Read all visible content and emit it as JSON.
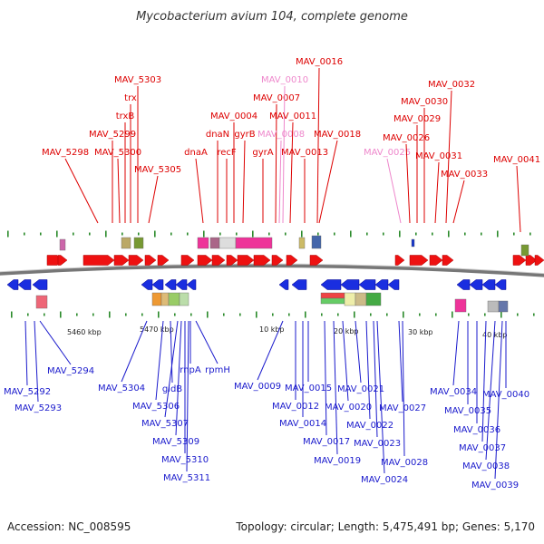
{
  "title": "Mycobacterium avium 104, complete genome",
  "footer": {
    "accession": "Accession: NC_008595",
    "topology": "Topology: circular; Length: 5,475,491 bp; Genes: 5,170"
  },
  "colors": {
    "top_label": "#dd0000",
    "top_label_faded": "#ee88cc",
    "bottom_label": "#1a1acc",
    "forward_gene": "#ee1111",
    "reverse_gene": "#1a2ee0",
    "backbone": "#777777",
    "tick": "#2a8a2a",
    "rna_pink": "#ee3399"
  },
  "scale_labels": [
    "5460 kbp",
    "5470 kbp",
    "10 kbp",
    "20 kbp",
    "30 kbp",
    "40 kbp"
  ],
  "top_genes": [
    {
      "label": "MAV_5298",
      "faded": false
    },
    {
      "label": "MAV_5299",
      "faded": false
    },
    {
      "label": "MAV_5300",
      "faded": false
    },
    {
      "label": "trxB",
      "faded": false
    },
    {
      "label": "trx",
      "faded": false
    },
    {
      "label": "MAV_5303",
      "faded": false
    },
    {
      "label": "MAV_5305",
      "faded": false
    },
    {
      "label": "dnaA",
      "faded": false
    },
    {
      "label": "dnaN",
      "faded": false
    },
    {
      "label": "recF",
      "faded": false
    },
    {
      "label": "gyrB",
      "faded": false
    },
    {
      "label": "MAV_0004",
      "faded": false
    },
    {
      "label": "gyrA",
      "faded": false
    },
    {
      "label": "MAV_0007",
      "faded": false
    },
    {
      "label": "MAV_0008",
      "faded": true
    },
    {
      "label": "MAV_0010",
      "faded": true
    },
    {
      "label": "MAV_0011",
      "faded": false
    },
    {
      "label": "MAV_0013",
      "faded": false
    },
    {
      "label": "MAV_0016",
      "faded": false
    },
    {
      "label": "MAV_0018",
      "faded": false
    },
    {
      "label": "MAV_0025",
      "faded": true
    },
    {
      "label": "MAV_0026",
      "faded": false
    },
    {
      "label": "MAV_0029",
      "faded": false
    },
    {
      "label": "MAV_0030",
      "faded": false
    },
    {
      "label": "MAV_0031",
      "faded": false
    },
    {
      "label": "MAV_0032",
      "faded": false
    },
    {
      "label": "MAV_0033",
      "faded": false
    },
    {
      "label": "MAV_0041",
      "faded": false
    }
  ],
  "bottom_genes": [
    {
      "label": "MAV_5292"
    },
    {
      "label": "MAV_5293"
    },
    {
      "label": "MAV_5294"
    },
    {
      "label": "MAV_5304"
    },
    {
      "label": "MAV_5306"
    },
    {
      "label": "gidB"
    },
    {
      "label": "MAV_5307"
    },
    {
      "label": "MAV_5309"
    },
    {
      "label": "MAV_5310"
    },
    {
      "label": "MAV_5311"
    },
    {
      "label": "rnpA"
    },
    {
      "label": "rpmH"
    },
    {
      "label": "MAV_0009"
    },
    {
      "label": "MAV_0012"
    },
    {
      "label": "MAV_0014"
    },
    {
      "label": "MAV_0015"
    },
    {
      "label": "MAV_0017"
    },
    {
      "label": "MAV_0019"
    },
    {
      "label": "MAV_0020"
    },
    {
      "label": "MAV_0021"
    },
    {
      "label": "MAV_0022"
    },
    {
      "label": "MAV_0023"
    },
    {
      "label": "MAV_0024"
    },
    {
      "label": "MAV_0027"
    },
    {
      "label": "MAV_0028"
    },
    {
      "label": "MAV_0034"
    },
    {
      "label": "MAV_0035"
    },
    {
      "label": "MAV_0036"
    },
    {
      "label": "MAV_0037"
    },
    {
      "label": "MAV_0038"
    },
    {
      "label": "MAV_0039"
    },
    {
      "label": "MAV_0040"
    }
  ]
}
